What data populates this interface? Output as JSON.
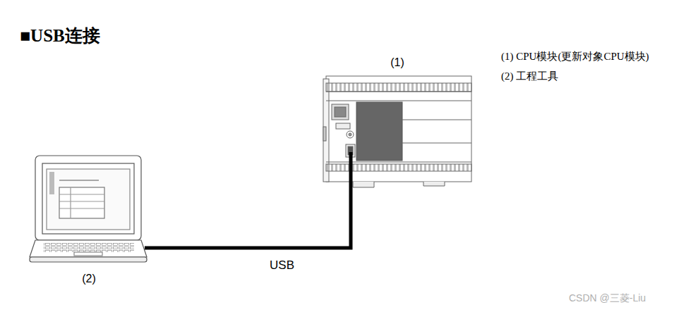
{
  "diagram": {
    "title": "■USB连接",
    "nodes": [
      {
        "text": [
          "(1)"
        ]
      },
      {
        "text": [
          "(2)"
        ]
      }
    ],
    "edges": [
      {
        "from": 1,
        "to": 0,
        "arrow": "none",
        "label": "USB"
      }
    ],
    "labels": [
      "(1) CPU模块(更新对象CPU模块)",
      "(2) 工程工具",
      "CSDN @三菱-Liu"
    ]
  }
}
